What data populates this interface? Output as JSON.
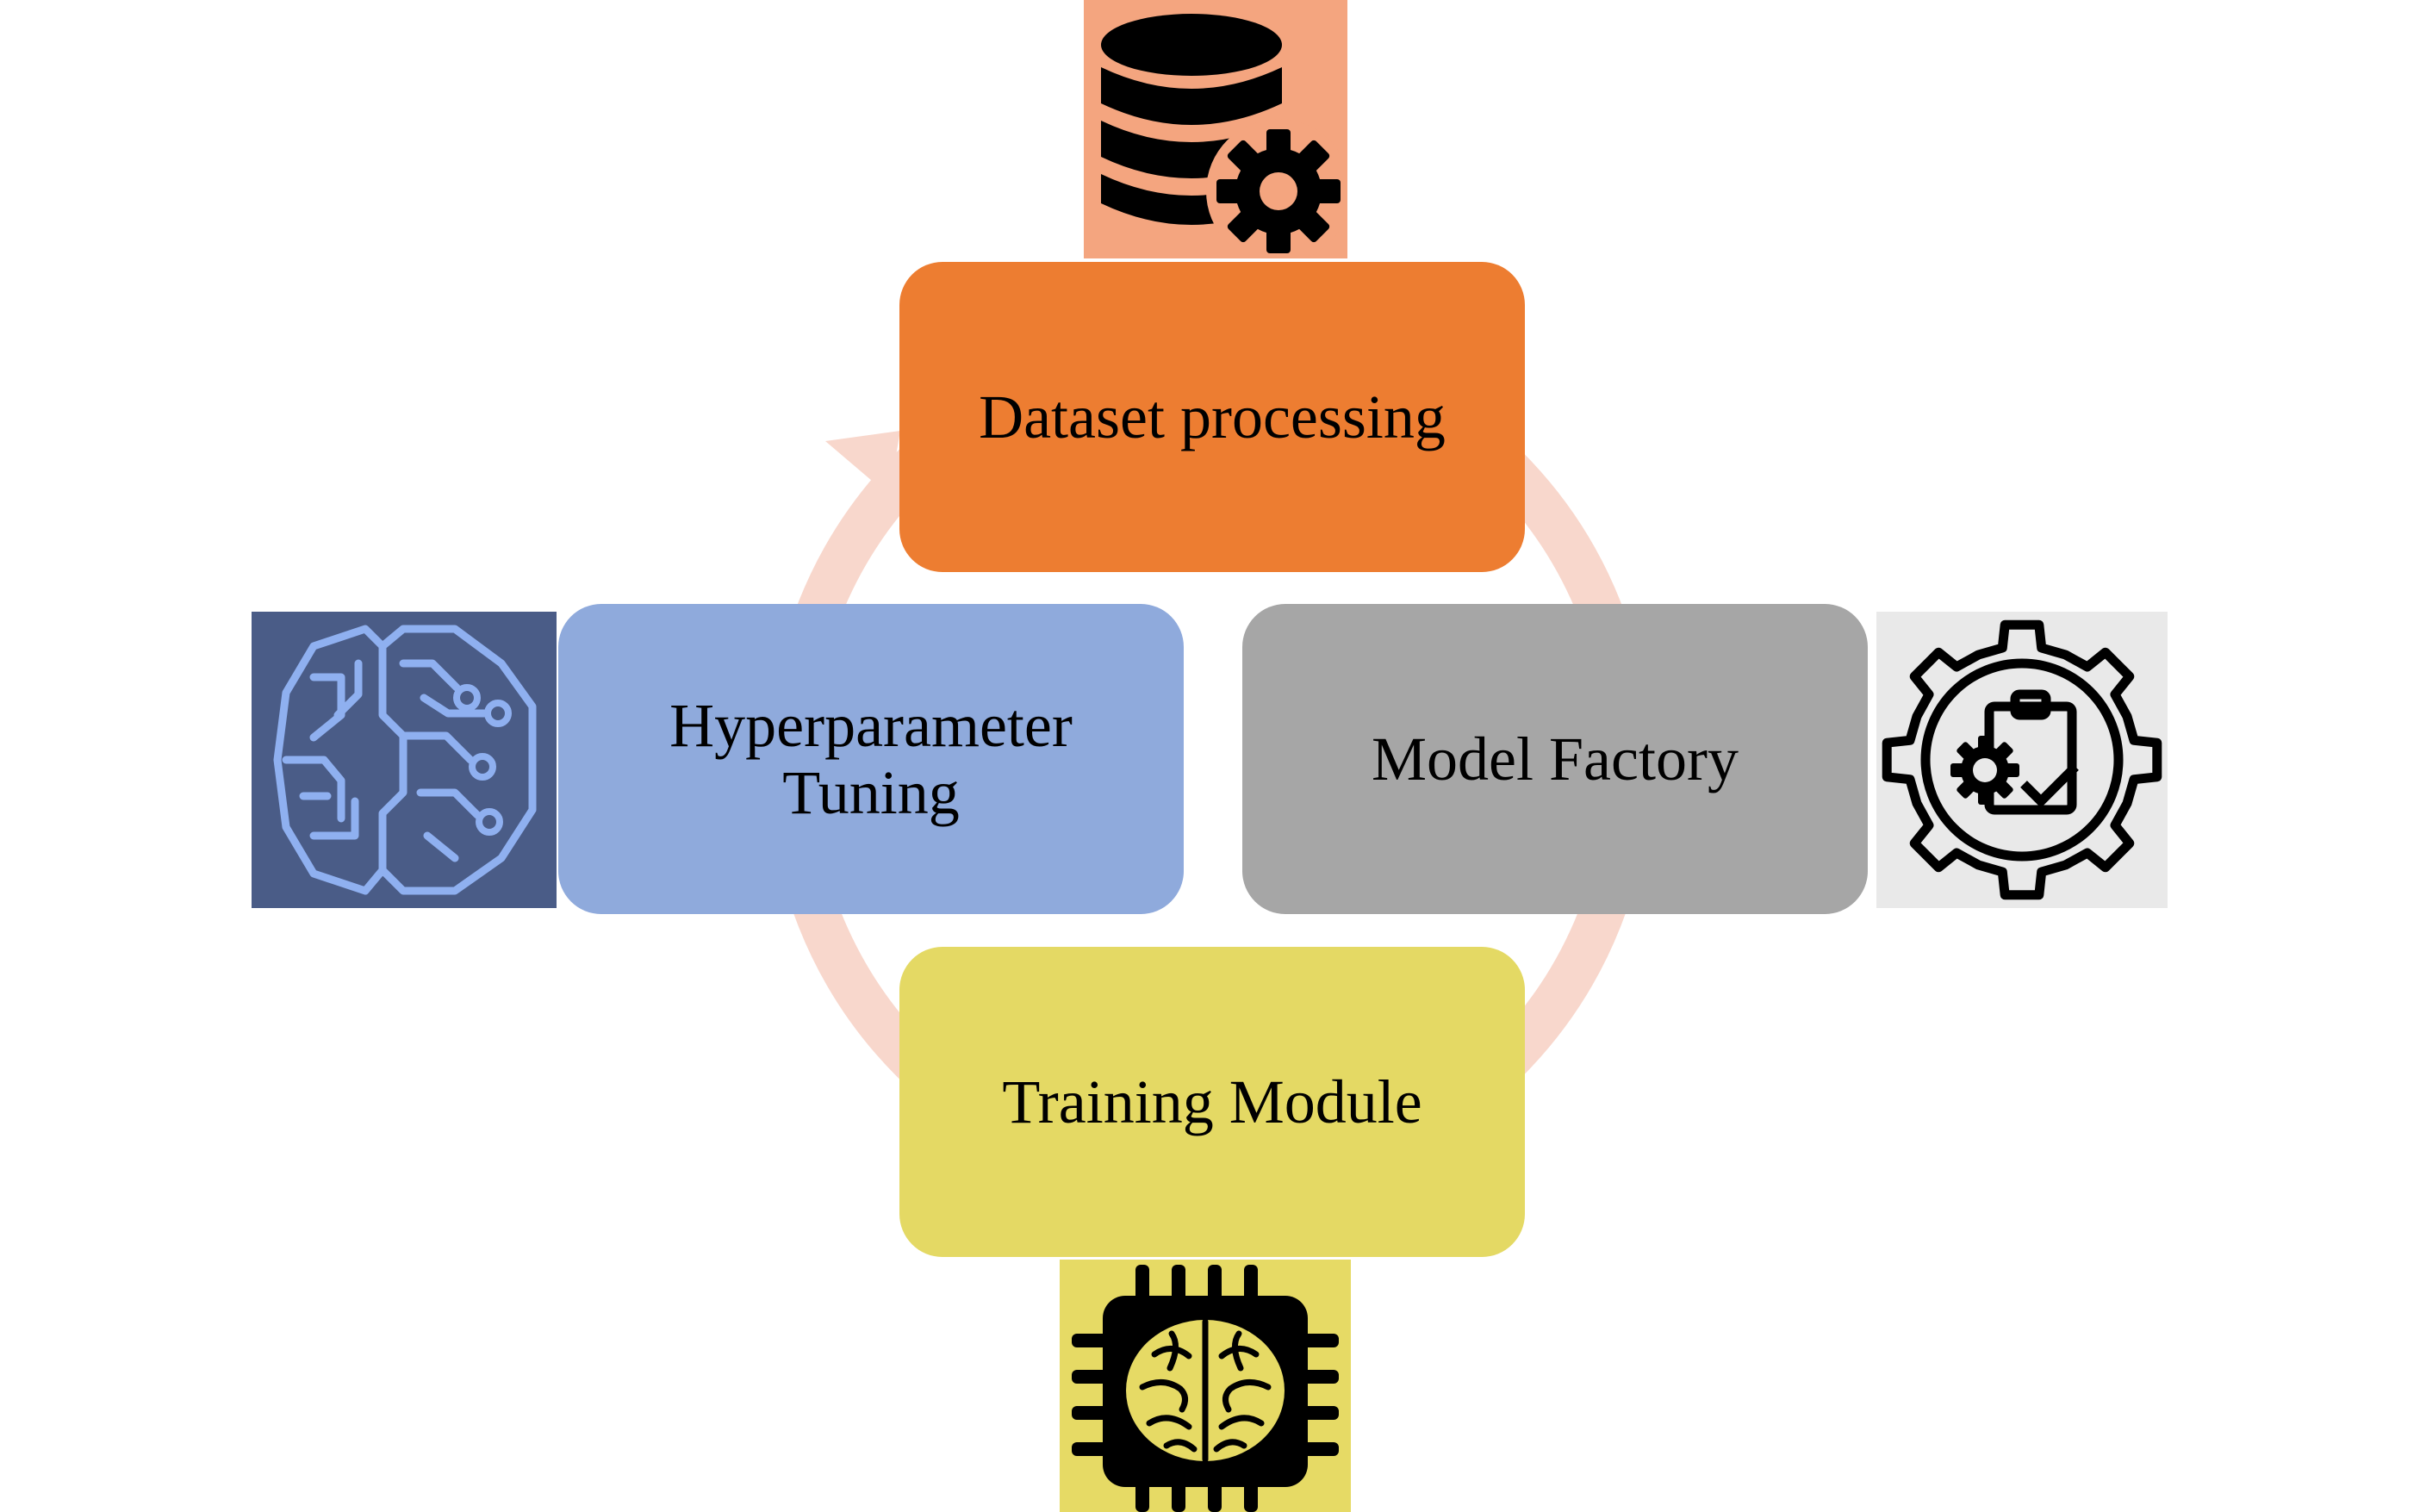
{
  "diagram": {
    "nodes": [
      {
        "id": "dataset-processing",
        "label": "Dataset processing",
        "fill": "#ED7D31"
      },
      {
        "id": "model-factory",
        "label": "Model Factory",
        "fill": "#A6A6A6"
      },
      {
        "id": "training-module",
        "label": "Training Module",
        "fill": "#E4D964"
      },
      {
        "id": "hyperparameter-tuning",
        "label": "Hyperparameter\nTuning",
        "fill": "#8FAADC"
      }
    ],
    "cycle": {
      "color": "#F8D7CC",
      "direction": "clockwise"
    },
    "icons": [
      {
        "name": "database-gear-icon",
        "background": "#F4A57F",
        "ink": "#000000"
      },
      {
        "name": "gear-clipboard-check-icon",
        "background": "#E9E9E9",
        "ink": "#000000"
      },
      {
        "name": "chip-brain-icon",
        "background": "#E6DA65",
        "ink": "#000000"
      },
      {
        "name": "circuit-brain-icon",
        "background": "#4A5C87",
        "ink": "#8FB0F0"
      }
    ]
  }
}
